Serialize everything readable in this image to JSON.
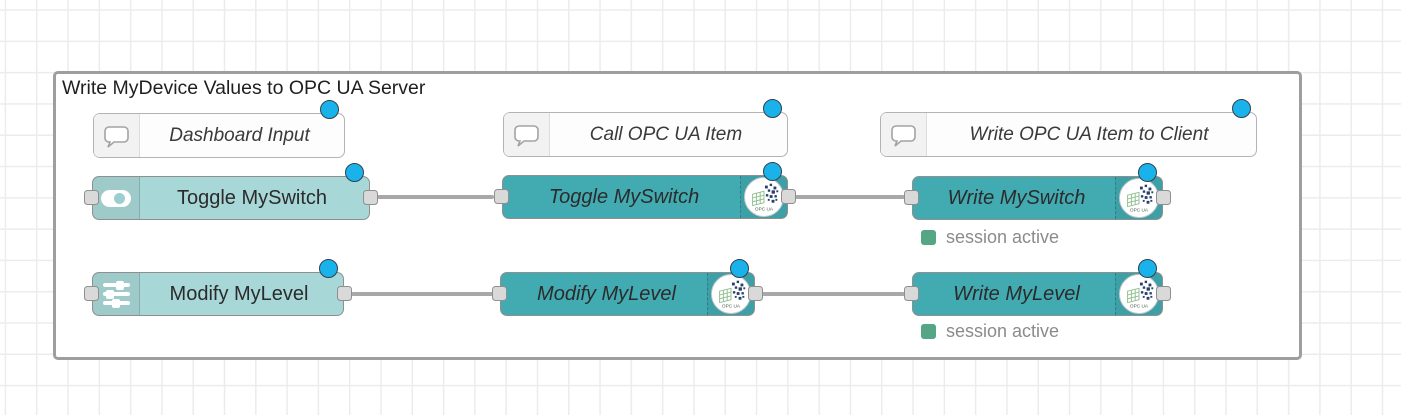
{
  "group": {
    "title": "Write MyDevice Values to OPC UA Server"
  },
  "comments": [
    {
      "label": "Dashboard Input"
    },
    {
      "label": "Call OPC UA Item"
    },
    {
      "label": "Write OPC UA Item to Client"
    }
  ],
  "nodes": {
    "toggle_ui": {
      "label": "Toggle MySwitch",
      "icon": "toggle-icon"
    },
    "modify_ui": {
      "label": "Modify MyLevel",
      "icon": "sliders-icon"
    },
    "toggle_call": {
      "label": "Toggle MySwitch",
      "icon": "opcua-logo-icon"
    },
    "modify_call": {
      "label": "Modify MyLevel",
      "icon": "opcua-logo-icon"
    },
    "write_switch": {
      "label": "Write MySwitch",
      "icon": "opcua-logo-icon"
    },
    "write_level": {
      "label": "Write MyLevel",
      "icon": "opcua-logo-icon"
    }
  },
  "statuses": [
    {
      "label": "session active"
    },
    {
      "label": "session active"
    }
  ],
  "icon_text": {
    "opcua": "OPC UA"
  },
  "icons": {
    "comment": "speech-bubble-icon",
    "toggle": "toggle-icon",
    "sliders": "sliders-icon",
    "opcua": "opcua-logo-icon",
    "changed": "changed-indicator-dot",
    "status": "status-dot-icon"
  },
  "colors": {
    "node_teal": "#42abb2",
    "node_light_teal": "#a8d7d7",
    "changed_blue": "#1ab2ea",
    "status_green": "#55a685",
    "wire_gray": "#a8a8a8"
  }
}
